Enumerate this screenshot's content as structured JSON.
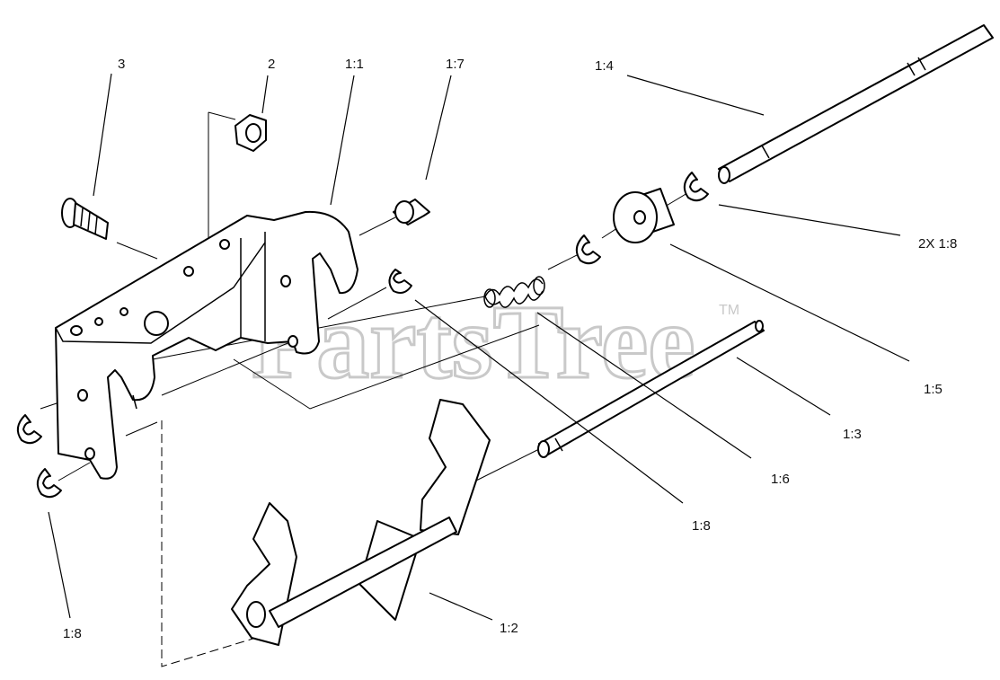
{
  "watermark": {
    "text": "PartsTree",
    "trademark": "TM"
  },
  "callouts": {
    "bolt": "3",
    "nut": "2",
    "bracket_right": "1:1",
    "bushing": "1:7",
    "upper_shaft": "1:4",
    "shaft_clips": "2X 1:8",
    "roller": "1:5",
    "lower_rod": "1:3",
    "spring": "1:6",
    "bracket_clip": "1:8",
    "left_clip": "1:8",
    "lever": "1:2"
  },
  "colors": {
    "line": "#000000",
    "background": "#ffffff",
    "watermark": "#c9c9c9"
  }
}
